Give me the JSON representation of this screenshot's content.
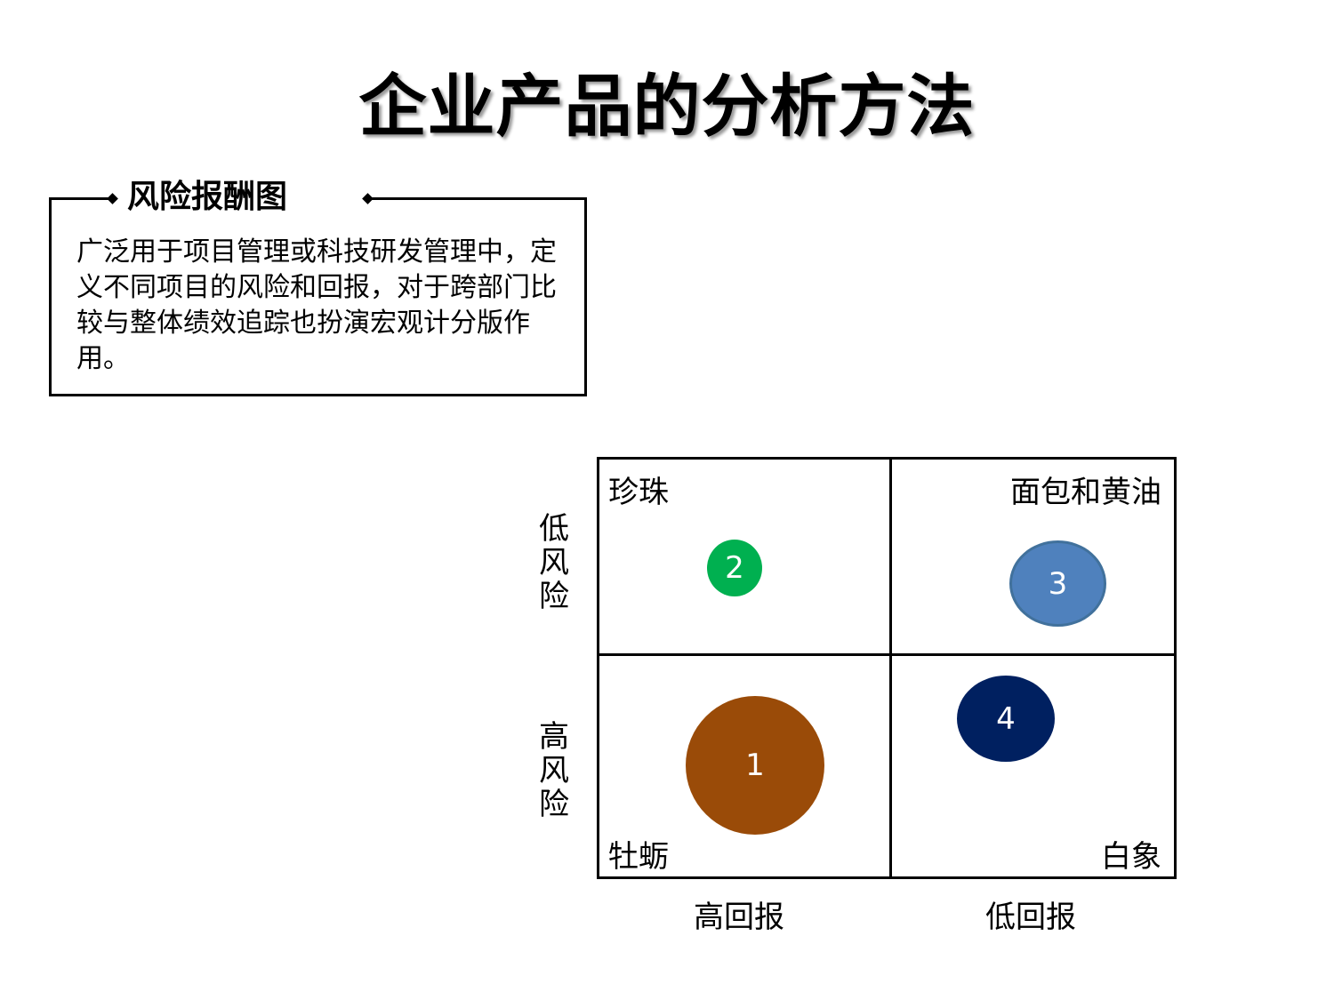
{
  "title": "企业产品的分析方法",
  "section": {
    "subtitle": "风险报酬图",
    "description": "广泛用于项目管理或科技研发管理中，定义不同项目的风险和回报，对于跨部门比较与整体绩效追踪也扮演宏观计分版作用。"
  },
  "matrix": {
    "y_axis": {
      "top": "低风险",
      "bottom": "高风险"
    },
    "x_axis": {
      "left": "高回报",
      "right": "低回报"
    },
    "quadrants": {
      "top_left": "珍珠",
      "top_right": "面包和黄油",
      "bottom_left": "牡蛎",
      "bottom_right": "白象"
    },
    "bubbles": [
      {
        "label": "1",
        "color": "#9a4b08"
      },
      {
        "label": "2",
        "color": "#00b050"
      },
      {
        "label": "3",
        "color": "#4f81bd"
      },
      {
        "label": "4",
        "color": "#002060"
      }
    ]
  }
}
